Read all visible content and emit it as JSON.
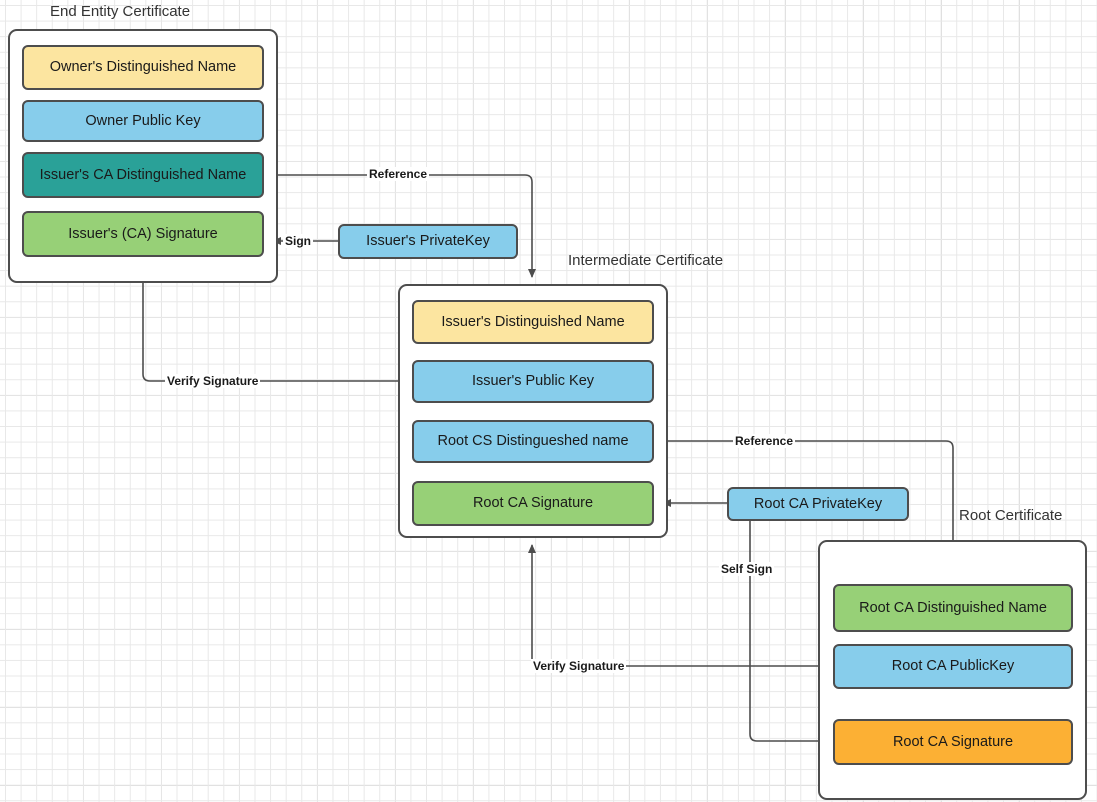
{
  "diagram": {
    "title_groups": [
      {
        "id": "end-entity",
        "label": "End Entity Certificate"
      },
      {
        "id": "intermediate",
        "label": "Intermediate Certificate"
      },
      {
        "id": "root",
        "label": "Root Certificate"
      }
    ],
    "colors": {
      "yellow": "#fce5a0",
      "blue": "#87cdeb",
      "teal": "#2aa198",
      "green": "#97d077",
      "orange": "#fcb034",
      "border": "#4d4d4d",
      "text": "#1a1a1a",
      "grid_minor": "#e8e8e8",
      "grid_major": "#d4d4d4",
      "background": "#ffffff"
    },
    "end_entity_certificate": {
      "title": "End Entity Certificate",
      "fields": [
        {
          "label": "Owner's Distinguished Name",
          "color": "#fce5a0"
        },
        {
          "label": "Owner Public  Key",
          "color": "#87cdeb"
        },
        {
          "label": "Issuer's CA Distinguished Name",
          "color": "#2aa198"
        },
        {
          "label": "Issuer's (CA) Signature",
          "color": "#97d077"
        }
      ]
    },
    "intermediate_certificate": {
      "title": "Intermediate Certificate",
      "fields": [
        {
          "label": "Issuer's Distinguished Name",
          "color": "#fce5a0"
        },
        {
          "label": "Issuer's Public  Key",
          "color": "#87cdeb"
        },
        {
          "label": "Root CS Distingueshed name",
          "color": "#87cdeb"
        },
        {
          "label": "Root CA Signature",
          "color": "#97d077"
        }
      ]
    },
    "root_certificate": {
      "title": "Root Certificate",
      "fields": [
        {
          "label": "Root CA Distinguished Name",
          "color": "#97d077"
        },
        {
          "label": "Root CA PublicKey",
          "color": "#87cdeb"
        },
        {
          "label": "Root CA Signature",
          "color": "#fcb034"
        }
      ]
    },
    "keys": [
      {
        "id": "issuer-private-key",
        "label": "Issuer's PrivateKey",
        "color": "#87cdeb"
      },
      {
        "id": "root-ca-private-key",
        "label": "Root CA PrivateKey",
        "color": "#87cdeb"
      }
    ],
    "edge_labels": [
      {
        "id": "reference-top",
        "label": "Reference"
      },
      {
        "id": "sign",
        "label": "Sign"
      },
      {
        "id": "verify-signature-top",
        "label": "Verify Signature"
      },
      {
        "id": "reference-bottom",
        "label": "Reference"
      },
      {
        "id": "self-sign",
        "label": "Self Sign"
      },
      {
        "id": "verify-signature-bottom",
        "label": "Verify Signature"
      }
    ]
  }
}
